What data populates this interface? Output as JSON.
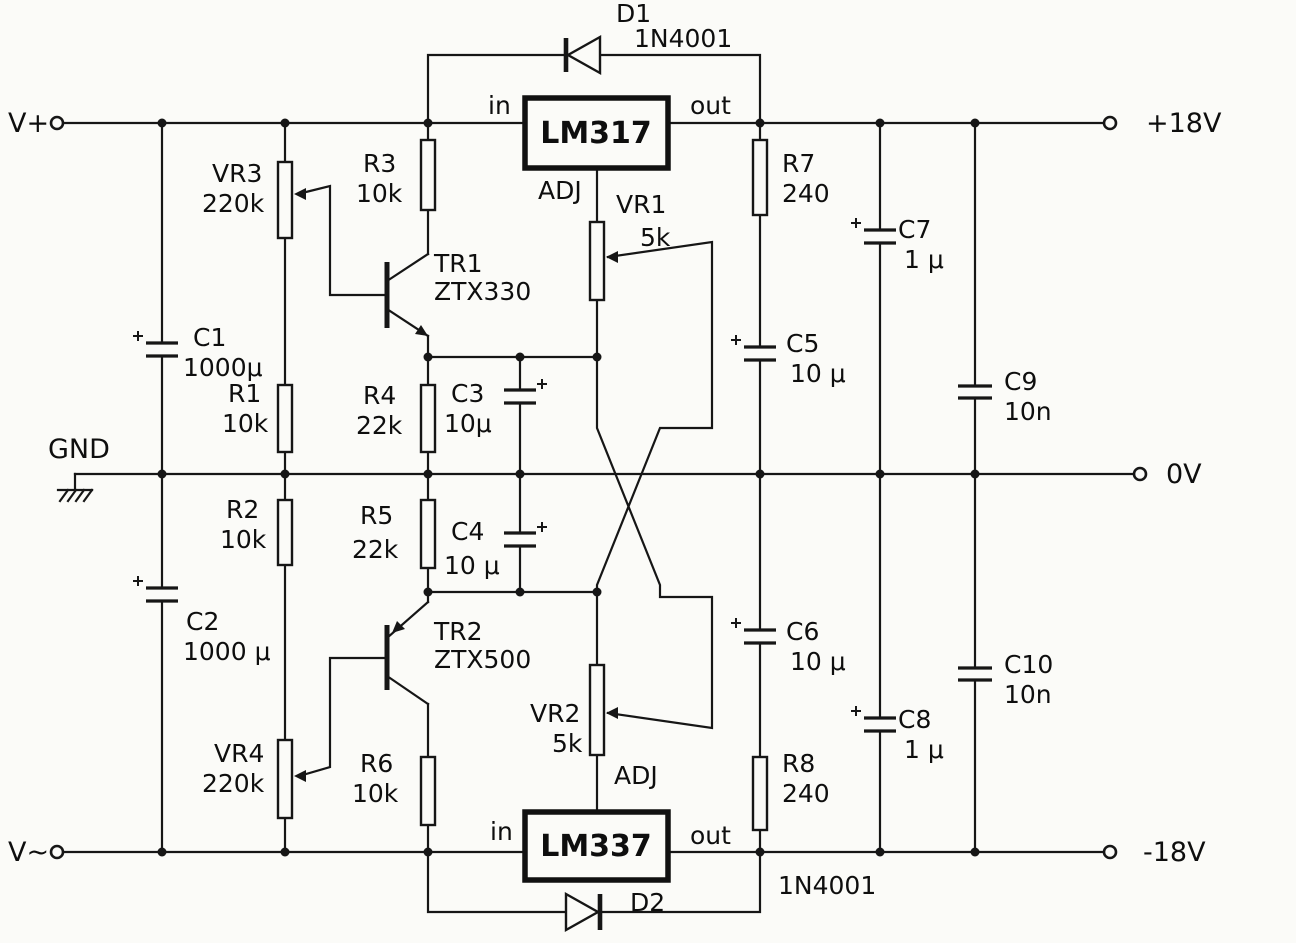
{
  "io": {
    "v_plus": "V+",
    "gnd": "GND",
    "v_neg": "V~",
    "out_pos": "+18V",
    "out_zero": "0V",
    "out_neg": "-18V"
  },
  "regulators": {
    "lm317": {
      "name": "LM317",
      "pin_in": "in",
      "pin_out": "out",
      "pin_adj": "ADJ"
    },
    "lm337": {
      "name": "LM337",
      "pin_in": "in",
      "pin_out": "out",
      "pin_adj": "ADJ"
    }
  },
  "diodes": {
    "d1": {
      "name": "D1",
      "value": "1N4001"
    },
    "d2": {
      "name": "D2",
      "value": "1N4001"
    }
  },
  "transistors": {
    "tr1": {
      "name": "TR1",
      "value": "ZTX330"
    },
    "tr2": {
      "name": "TR2",
      "value": "ZTX500"
    }
  },
  "resistors": {
    "r1": {
      "name": "R1",
      "value": "10k"
    },
    "r2": {
      "name": "R2",
      "value": "10k"
    },
    "r3": {
      "name": "R3",
      "value": "10k"
    },
    "r4": {
      "name": "R4",
      "value": "22k"
    },
    "r5": {
      "name": "R5",
      "value": "22k"
    },
    "r6": {
      "name": "R6",
      "value": "10k"
    },
    "r7": {
      "name": "R7",
      "value": "240"
    },
    "r8": {
      "name": "R8",
      "value": "240"
    }
  },
  "potentiometers": {
    "vr1": {
      "name": "VR1",
      "value": "5k"
    },
    "vr2": {
      "name": "VR2",
      "value": "5k"
    },
    "vr3": {
      "name": "VR3",
      "value": "220k"
    },
    "vr4": {
      "name": "VR4",
      "value": "220k"
    }
  },
  "capacitors": {
    "c1": {
      "name": "C1",
      "value": "1000μ"
    },
    "c2": {
      "name": "C2",
      "value": "1000 μ"
    },
    "c3": {
      "name": "C3",
      "value": "10μ"
    },
    "c4": {
      "name": "C4",
      "value": "10 μ"
    },
    "c5": {
      "name": "C5",
      "value": "10 μ"
    },
    "c6": {
      "name": "C6",
      "value": "10 μ"
    },
    "c7": {
      "name": "C7",
      "value": "1 μ"
    },
    "c8": {
      "name": "C8",
      "value": "1 μ"
    },
    "c9": {
      "name": "C9",
      "value": "10n"
    },
    "c10": {
      "name": "C10",
      "value": "10n"
    }
  }
}
